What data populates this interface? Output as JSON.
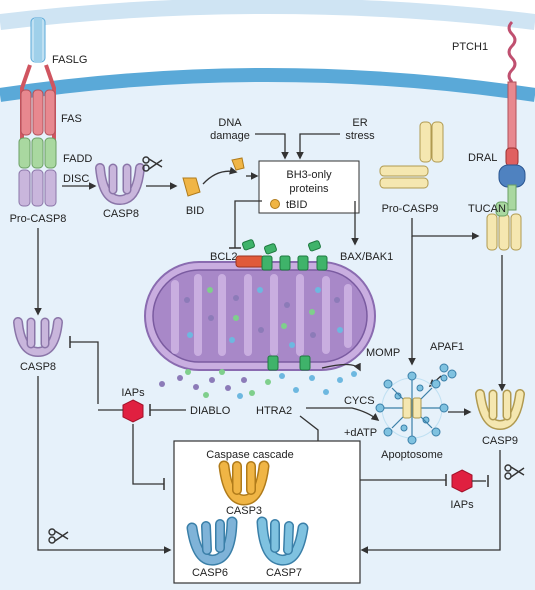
{
  "labels": {
    "fasl": "FASLG",
    "fas": "FAS",
    "fadd": "FADD",
    "disc": "DISC",
    "pro_casp8": "Pro-CASP8",
    "casp8_top": "CASP8",
    "bid": "BID",
    "dna_damage_1": "DNA",
    "dna_damage_2": "damage",
    "er_stress_1": "ER",
    "er_stress_2": "stress",
    "bh3_1": "BH3-only",
    "bh3_2": "proteins",
    "tbid": "tBID",
    "bcl2": "BCL2",
    "bax_bak1": "BAX/BAK1",
    "ptch1": "PTCH1",
    "dral": "DRAL",
    "tucan": "TUCAN",
    "pro_casp9": "Pro-CASP9",
    "casp8_left": "CASP8",
    "iaps_left": "IAPs",
    "diablo": "DIABLO",
    "htra2": "HTRA2",
    "cycs": "CYCS",
    "datp": "+dATP",
    "momp": "MOMP",
    "apaf1": "APAF1",
    "apoptosome": "Apoptosome",
    "casp9": "CASP9",
    "iaps_right": "IAPs",
    "cascade_title": "Caspase cascade",
    "casp3": "CASP3",
    "casp6": "CASP6",
    "casp7": "CASP7"
  },
  "colors": {
    "membrane": "#5aa9d8",
    "cytoplasm": "#e6f1fa",
    "mito_outer": "#b89bd0",
    "mito_inner": "#9e7cc0",
    "casp8": "#c9b6dc",
    "casp9": "#f5e7b0",
    "casp3": "#f0b545",
    "casp6": "#7fb3d8",
    "casp7": "#7fc2e0",
    "iap": "#e02040",
    "bcl2": "#e05a3a",
    "bax": "#3fb36a",
    "fas": "#e8888f",
    "fadd": "#a9d8a0"
  }
}
